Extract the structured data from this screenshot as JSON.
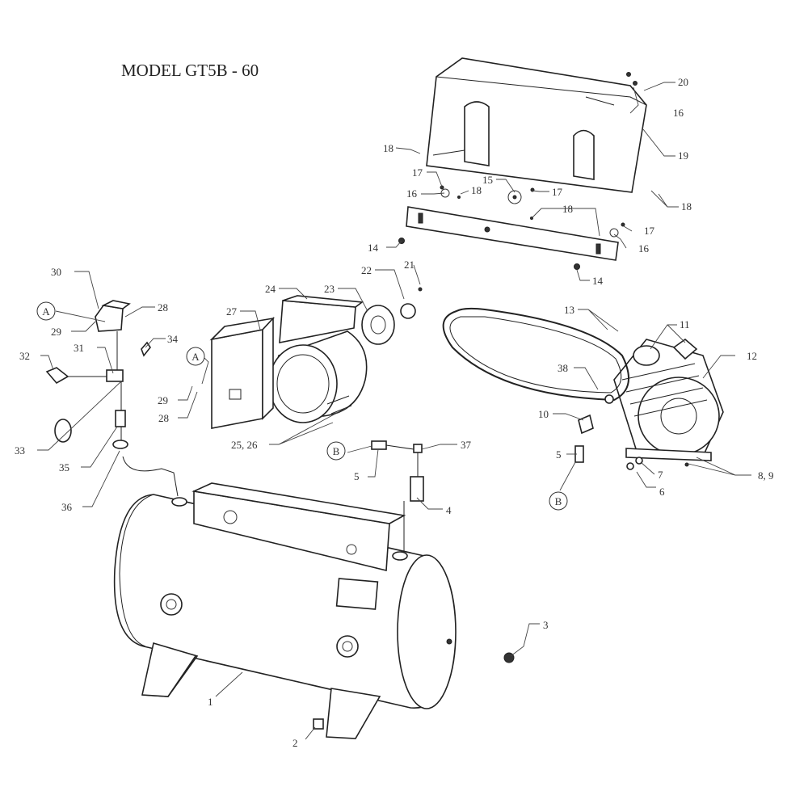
{
  "title": "MODEL GT5B - 60",
  "labels": {
    "l1": "1",
    "l2": "2",
    "l3": "3",
    "l4": "4",
    "l5a": "5",
    "l5b": "5",
    "l6": "6",
    "l7": "7",
    "l89": "8, 9",
    "l10": "10",
    "l11": "11",
    "l12": "12",
    "l13": "13",
    "l14a": "14",
    "l14b": "14",
    "l15": "15",
    "l16a": "16",
    "l16b": "16",
    "l16c": "16",
    "l17a": "17",
    "l17b": "17",
    "l17c": "17",
    "l18a": "18",
    "l18b": "18",
    "l18c": "18",
    "l18d": "18",
    "l19": "19",
    "l20": "20",
    "l21": "21",
    "l22": "22",
    "l23": "23",
    "l24": "24",
    "l2526": "25, 26",
    "l27": "27",
    "l28a": "28",
    "l28b": "28",
    "l29a": "29",
    "l29b": "29",
    "l30": "30",
    "l31": "31",
    "l32": "32",
    "l33": "33",
    "l34": "34",
    "l35": "35",
    "l36": "36",
    "l37": "37",
    "l38": "38",
    "refA1": "A",
    "refA2": "A",
    "refB1": "B",
    "refB2": "B"
  }
}
